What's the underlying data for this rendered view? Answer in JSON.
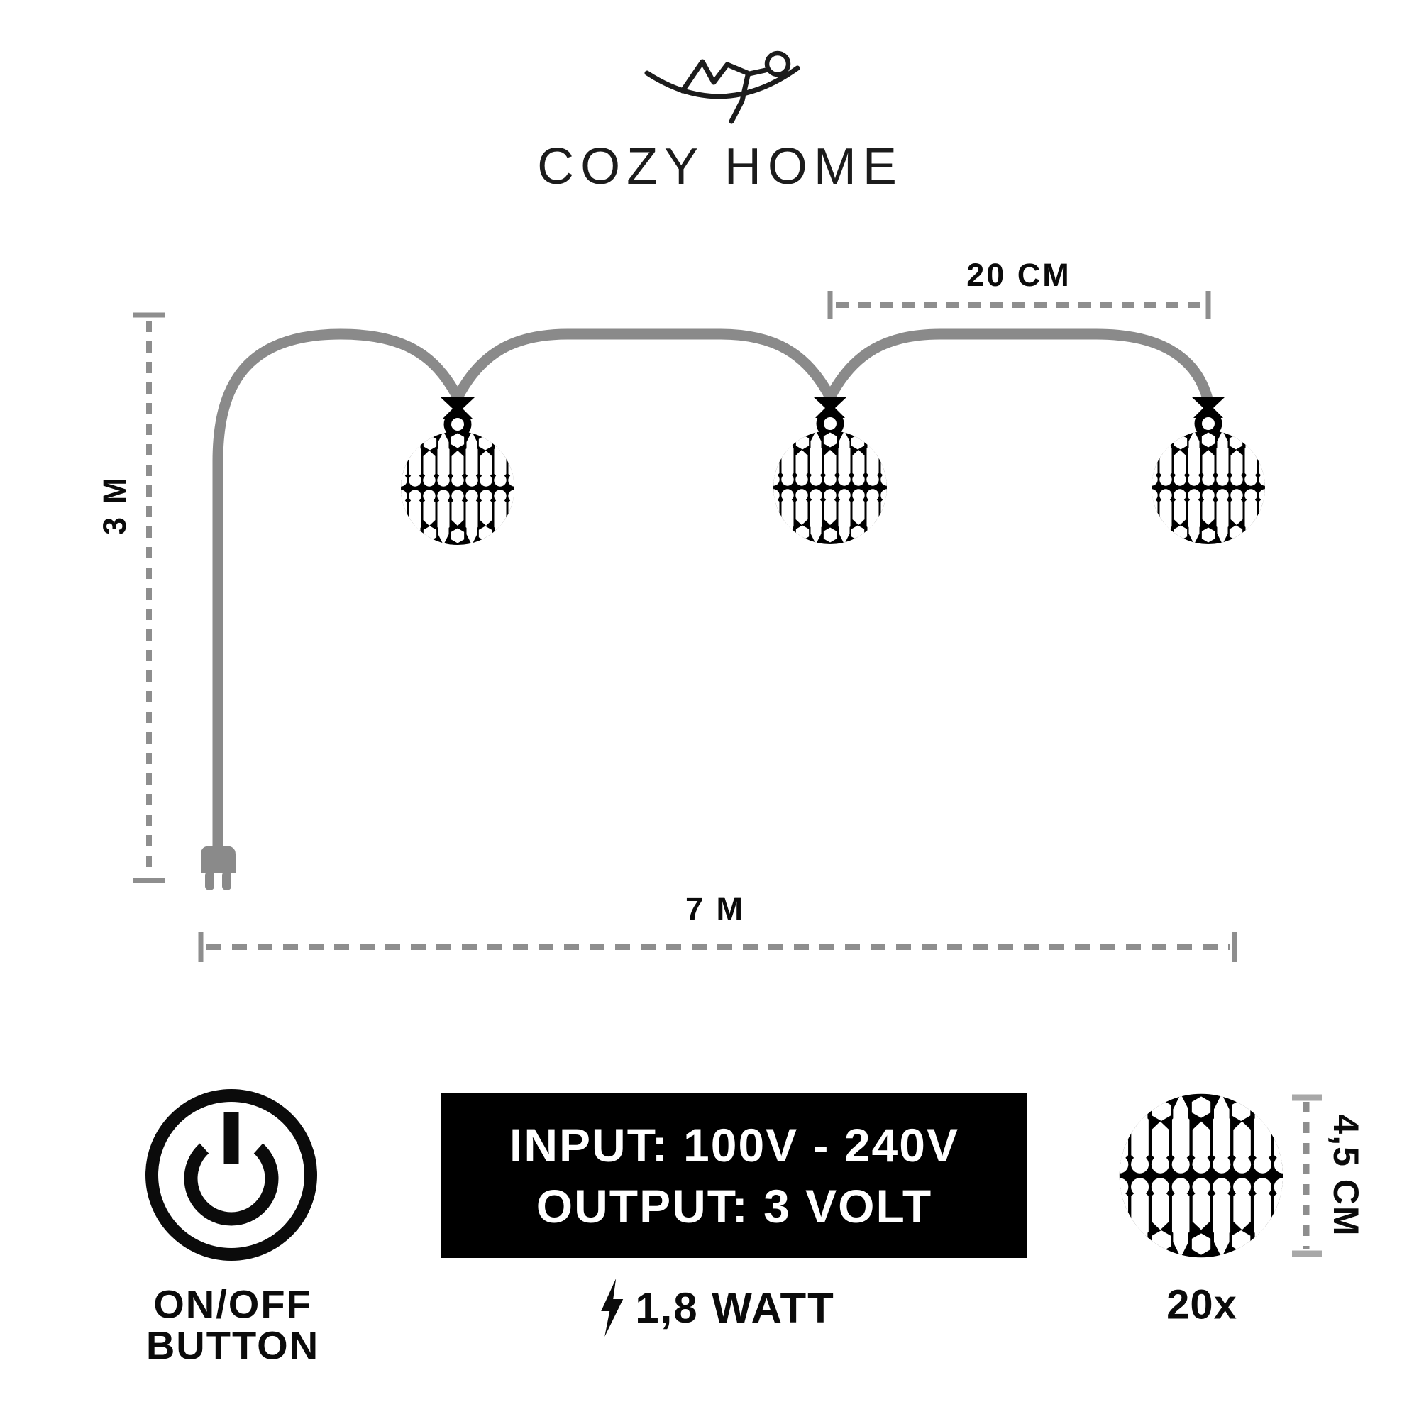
{
  "brand": {
    "name": "COZY HOME",
    "logo": "hammock-person-icon"
  },
  "measurements": {
    "bulb_spacing": "20 CM",
    "lead_length": "3 M",
    "total_length": "7 M",
    "ornament_diameter": "4,5 CM",
    "ornament_count": "20x"
  },
  "specs": {
    "input": "INPUT: 100V - 240V",
    "output": "OUTPUT: 3 VOLT",
    "wattage": "1,8 WATT",
    "wattage_icon": "lightning-bolt-icon"
  },
  "power_button": {
    "line1": "ON/OFF",
    "line2": "BUTTON",
    "icon": "power-icon"
  },
  "colors": {
    "cable_gray": "#8a8a8a",
    "dash_gray": "#8e8e8e",
    "tick_light_gray": "#a8a8a8",
    "ink": "#0b0b0b",
    "panel_bg": "#000000",
    "panel_text": "#ffffff"
  }
}
